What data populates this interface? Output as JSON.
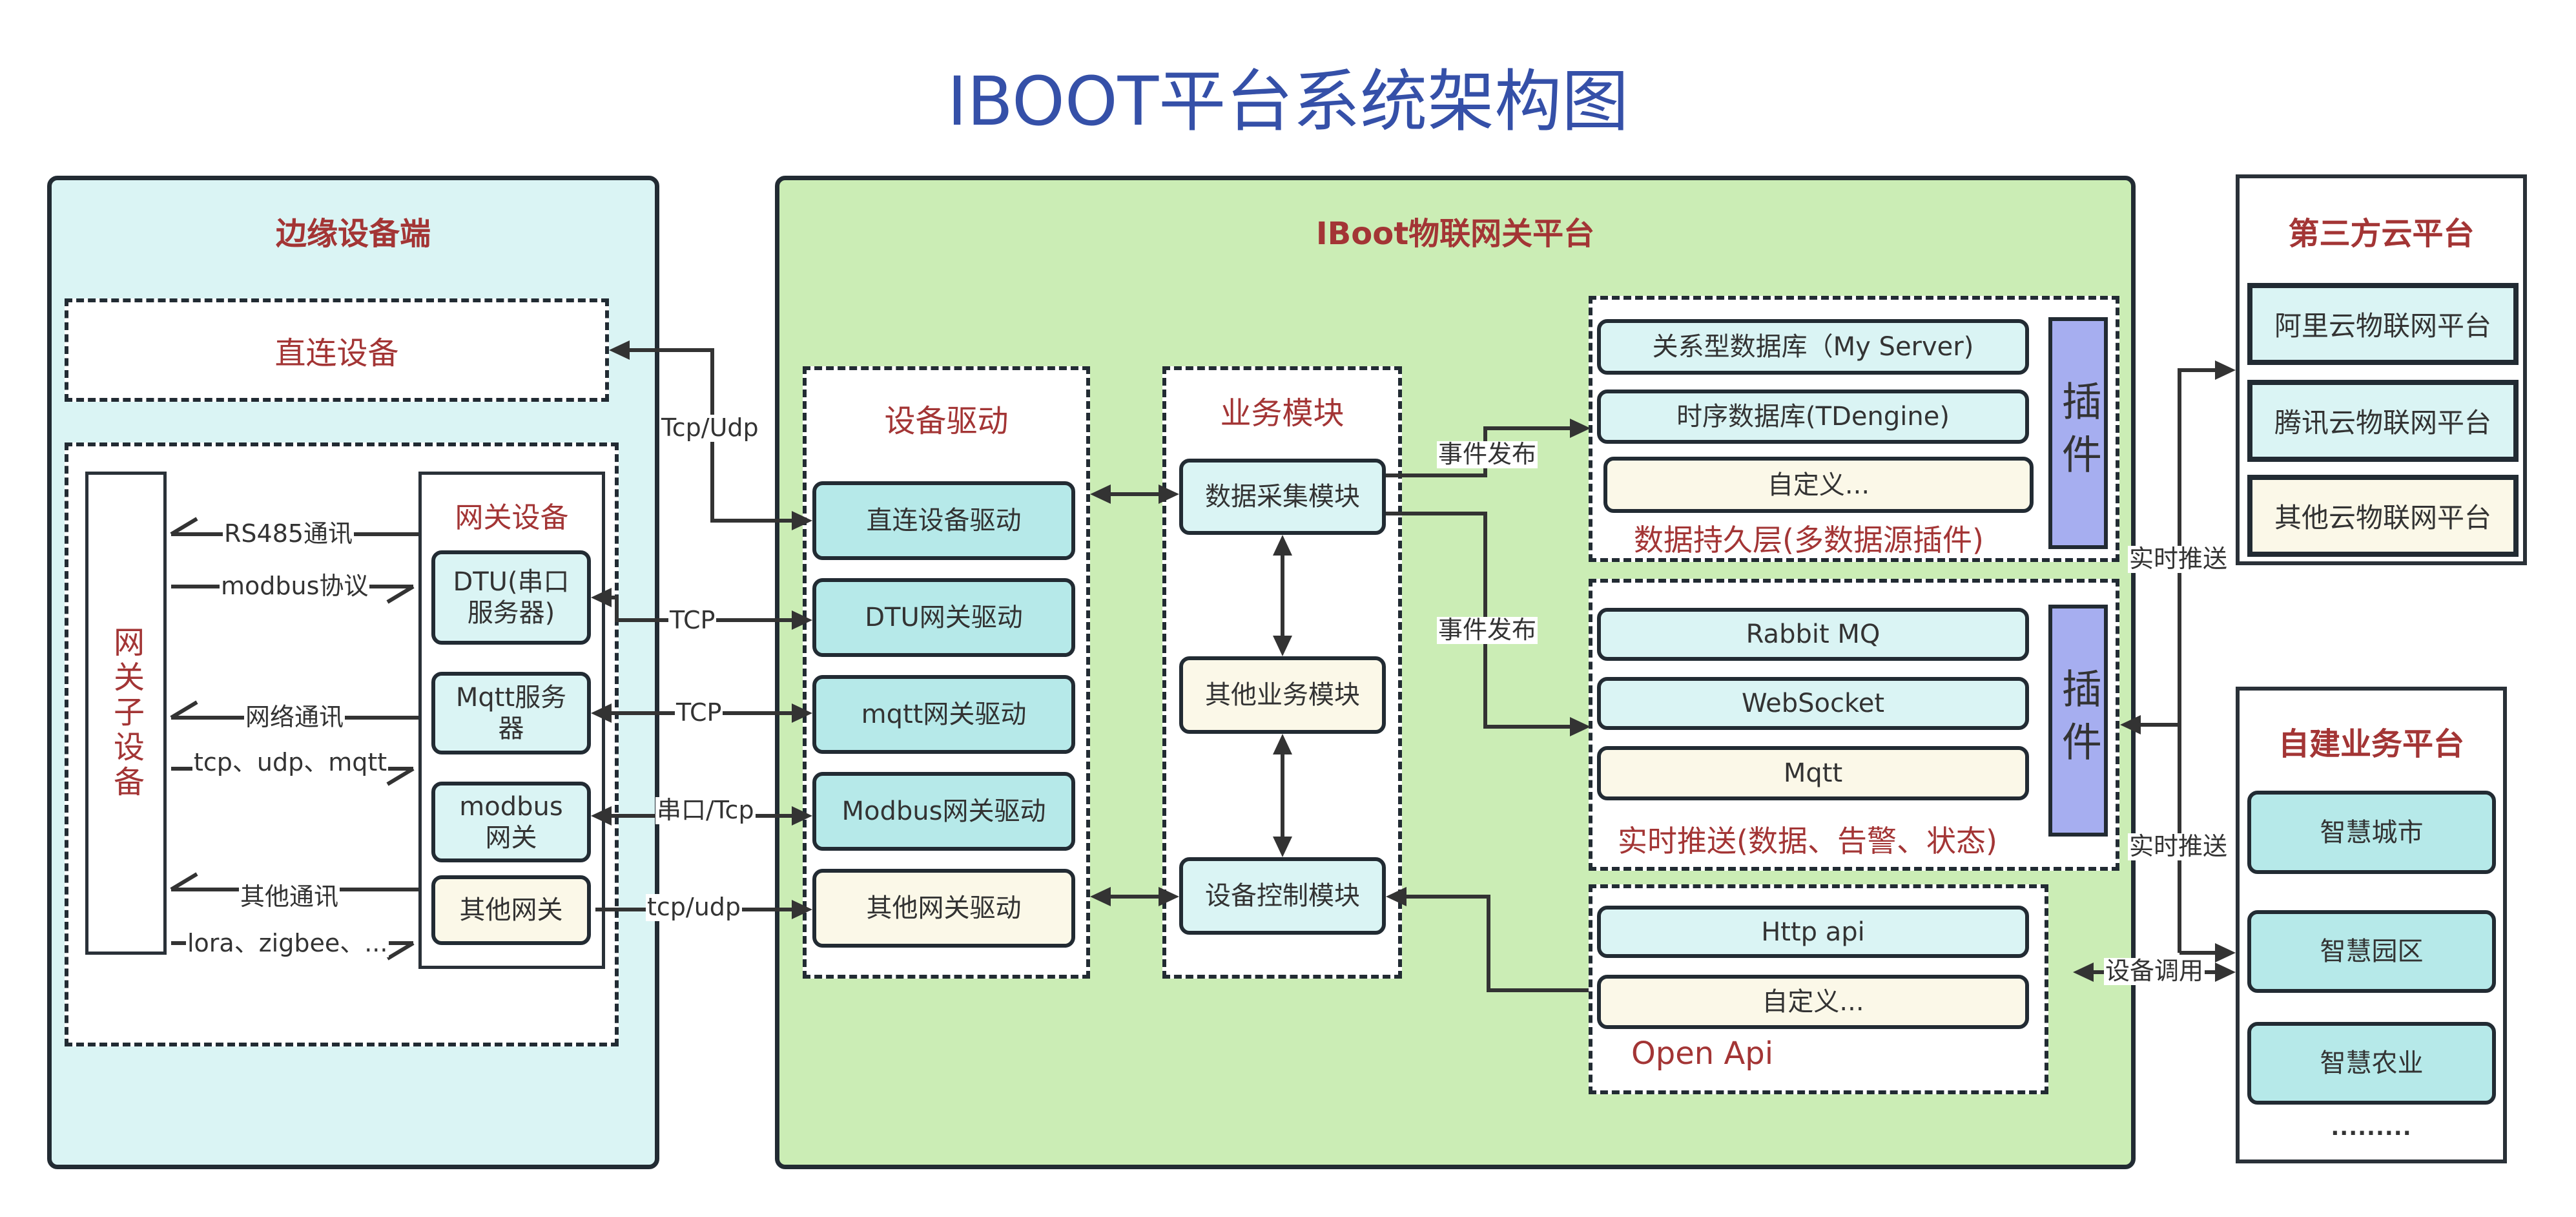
{
  "title": "IBOOT平台系统架构图",
  "edge": {
    "title": "边缘设备端",
    "direct_device": "直连设备",
    "sub_device": "网关子设备",
    "gateway_device": {
      "title": "网关设备",
      "items": [
        "DTU(串口服务器)",
        "Mqtt服务器",
        "modbus网关",
        "其他网关"
      ]
    },
    "links": [
      "RS485通讯",
      "modbus协议",
      "网络通讯",
      "tcp、udp、mqtt",
      "其他通讯",
      "lora、zigbee、..."
    ]
  },
  "platform": {
    "title": "IBoot物联网关平台",
    "drivers": {
      "title": "设备驱动",
      "items": [
        "直连设备驱动",
        "DTU网关驱动",
        "mqtt网关驱动",
        "Modbus网关驱动",
        "其他网关驱动"
      ]
    },
    "business": {
      "title": "业务模块",
      "items": [
        "数据采集模块",
        "其他业务模块",
        "设备控制模块"
      ]
    },
    "persistence": {
      "items": [
        "关系型数据库（My Server)",
        "时序数据库(TDengine)",
        "自定义..."
      ],
      "plugin": "插件",
      "label": "数据持久层(多数据源插件)"
    },
    "realtime": {
      "items": [
        "Rabbit MQ",
        "WebSocket",
        "Mqtt"
      ],
      "plugin": "插件",
      "label": "实时推送(数据、告警、状态)"
    },
    "openapi": {
      "items": [
        "Http api",
        "自定义..."
      ],
      "label": "Open Api"
    }
  },
  "protocols": {
    "direct": "Tcp/Udp",
    "dtu": "TCP",
    "mqtt": "TCP",
    "modbus": "串口/Tcp",
    "other": "tcp/udp",
    "event1": "事件发布",
    "event2": "事件发布",
    "push1": "实时推送",
    "push2": "实时推送",
    "call": "设备调用"
  },
  "third_party": {
    "title": "第三方云平台",
    "items": [
      "阿里云物联网平台",
      "腾讯云物联网平台",
      "其他云物联网平台"
    ]
  },
  "self_built": {
    "title": "自建业务平台",
    "items": [
      "智慧城市",
      "智慧园区",
      "智慧农业"
    ],
    "more": "........."
  }
}
